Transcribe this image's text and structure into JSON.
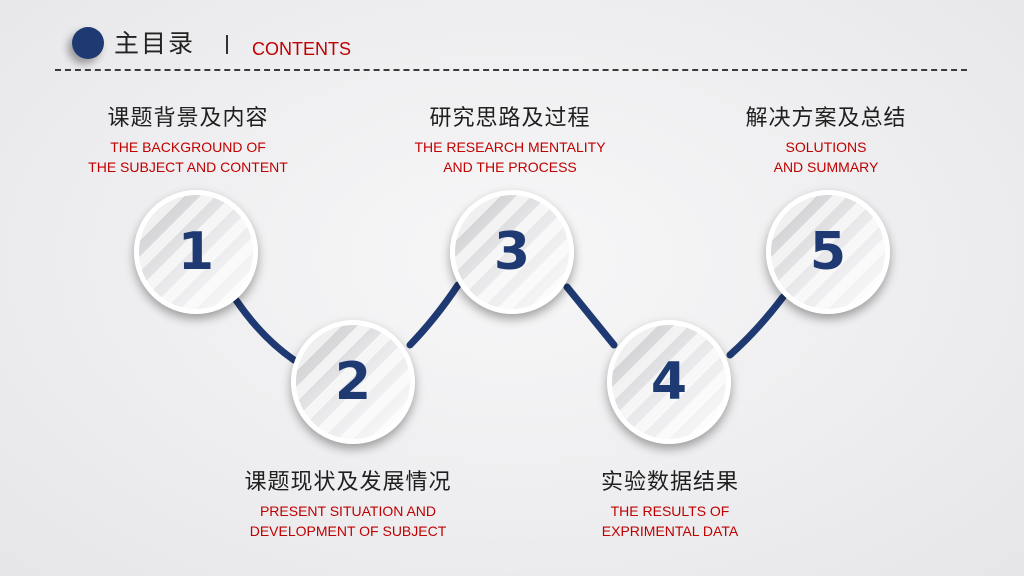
{
  "header": {
    "title": "主目录",
    "subtitle": "CONTENTS"
  },
  "steps": [
    {
      "number": "1",
      "title": "课题背景及内容",
      "en_line1": "THE BACKGROUND OF",
      "en_line2": "THE SUBJECT AND CONTENT"
    },
    {
      "number": "2",
      "title": "课题现状及发展情况",
      "en_line1": "PRESENT SITUATION AND",
      "en_line2": "DEVELOPMENT OF SUBJECT"
    },
    {
      "number": "3",
      "title": "研究思路及过程",
      "en_line1": "THE RESEARCH MENTALITY",
      "en_line2": "AND THE PROCESS"
    },
    {
      "number": "4",
      "title": "实验数据结果",
      "en_line1": "THE RESULTS OF",
      "en_line2": "EXPRIMENTAL DATA"
    },
    {
      "number": "5",
      "title": "解决方案及总结",
      "en_line1": "SOLUTIONS",
      "en_line2": "AND SUMMARY"
    }
  ],
  "colors": {
    "accent_blue": "#1f3a72",
    "accent_red": "#c00000"
  }
}
